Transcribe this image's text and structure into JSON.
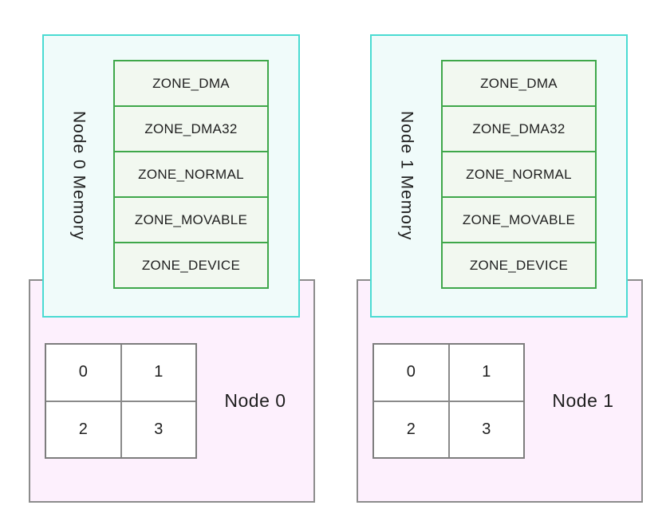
{
  "nodes": [
    {
      "memory_label": "Node 0 Memory",
      "node_label": "Node 0",
      "zones": [
        "ZONE_DMA",
        "ZONE_DMA32",
        "ZONE_NORMAL",
        "ZONE_MOVABLE",
        "ZONE_DEVICE"
      ],
      "cpus": [
        "0",
        "1",
        "2",
        "3"
      ]
    },
    {
      "memory_label": "Node 1 Memory",
      "node_label": "Node 1",
      "zones": [
        "ZONE_DMA",
        "ZONE_DMA32",
        "ZONE_NORMAL",
        "ZONE_MOVABLE",
        "ZONE_DEVICE"
      ],
      "cpus": [
        "0",
        "1",
        "2",
        "3"
      ]
    }
  ],
  "colors": {
    "memory_border": "#4adbd2",
    "memory_fill": "#f0fbfa",
    "zone_border": "#3fa74a",
    "zone_fill": "#f2f8f0",
    "node_border": "#8c8c8c",
    "node_fill": "#fdf0fd",
    "cpu_border": "#7d7d7d",
    "cpu_line": "#8a8a8a",
    "cpu_fill": "#ffffff",
    "text": "#1f1f1f"
  }
}
